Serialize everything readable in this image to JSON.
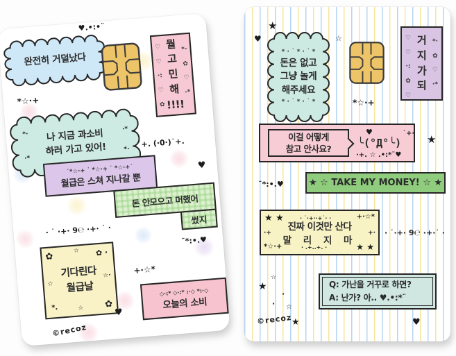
{
  "credit": "©recoz",
  "colors": {
    "chip_gold": "#edc468",
    "bubble_blue": "#cfe8f7",
    "bubble_mint": "#cdebe2",
    "sticker_pink": "#f6c9d4",
    "sticker_pink_light": "#f6c3ce",
    "sticker_purple": "#dcc7ea",
    "sticker_purple2": "#d9c4e3",
    "sticker_yellow": "#f8f2c6",
    "plaid_green": "#ddf0cf",
    "money_green": "#90cc7d",
    "qa_teal": "#cfe7e0"
  },
  "left": {
    "deco_top": "♥.•:•¨",
    "bubble_broke": {
      "fill": "#cfe8f7",
      "text": "완전히 거덜났다"
    },
    "sticker_why_worry": {
      "fill": "#f6c9d4",
      "text": "뭘\n고\n민\n해\n!!!!",
      "deco_left": "♡\n♡\n·:\n♡\n✿",
      "deco_right": "*·\n✿\n♡\n·*"
    },
    "deco_sparkle1": "*☆·+",
    "bubble_overspend": {
      "fill": "#cdebe2",
      "text": "나 지금 과소비\n하러 가고 있어!",
      "deco_tl": "*·",
      "deco_tr": "·*",
      "deco_bl": "·*",
      "deco_br": "*·"
    },
    "deco_face": "˙+. (·0·)˙+.",
    "sticker_salary_passes": {
      "fill": "#dcc7ea",
      "deco": "˙*☆·+ ˙ *☆·+ ˙ *☆·+˙",
      "text": "월급은 스쳐 지나갈 뿐"
    },
    "deco_heart1": "♥",
    "sticker_no_savings": {
      "text": "돈 안모으고 머했어",
      "tail": "썼지"
    },
    "deco_9e": "· ˙ ·+· 9℮ ·+· ˙ ·",
    "sticker_payday": {
      "fill": "#f8f2c6",
      "text": "기다린다\n월급날",
      "deco_tl": "✿",
      "deco_t": "☆",
      "deco_tr": "✿ ·",
      "deco_l": "☆",
      "deco_r": "☆·",
      "deco_bl": "*.",
      "deco_b": "☆",
      "deco_br": "✿"
    },
    "deco_heart_dots": "¨*:•.♥",
    "deco_sparkle2": "+·☆*",
    "sticker_today_spend": {
      "fill": "#f6c3ce",
      "deco": "◇·:* ◇·:* :·◇ *:·◇",
      "text": "오늘의 소비"
    },
    "deco_heart2": "♥"
  },
  "right": {
    "deco_star1": "★",
    "deco_heart1": "♥",
    "deco_star_outline": "☆",
    "bubble_let_me_play": {
      "fill": "#cdeae2",
      "deco_top": "* · ˙ * · ˙ *",
      "text": "돈은 없고\n그냥 놀게\n해주세요",
      "deco_bottom": "* · ˙ * · ˙ *"
    },
    "sticker_beggar": {
      "fill": "#d9c4e3",
      "text": "거\n지\n가\n되",
      "deco_left": "♡\n♡\n·:\n✿\n♡",
      "deco_right": "*·\n✿\n♡\n·*"
    },
    "deco_sparkle1": "*☆·+",
    "sticker_how_not_buy": {
      "fill": "#f7ccd5",
      "text": "이걸 어떻게\n참고 안사요?",
      "heart": "♥",
      "emoticon": "╰(°Д°╰)",
      "deco_tr": "˙+·",
      "deco_bottom": "·+. ☆ .•:*¨♥"
    },
    "deco_star2": "★",
    "sticker_take_money": {
      "fill": "#90cc7d",
      "text": "★ ☆ TAKE MY MONEY! ☆ ★"
    },
    "deco_heart_dots": "¨*:•.♥",
    "sticker_dont_stop": {
      "fill": "#f8f3c5",
      "text1": "진짜 이것만 산다",
      "text2": "말 리 지 마",
      "deco_tl": "★ ★",
      "deco_t": "· ˙·+··+˙· ·",
      "deco_tr": "+·☆*",
      "deco_l": "·+",
      "deco_r": "+·",
      "deco_bl": "*☆·+",
      "deco_b": "· .+..+. ·",
      "deco_br": "★ ★"
    },
    "deco_9e": "· ˙·+· 9℮ ·+·˙ ·",
    "sticker_qa": {
      "fill": "#cfe7e0",
      "text": "Q: 가난을 거꾸로 하면?\nA: 난가? 아.. ♥.•:*¨"
    },
    "scatter": {
      "s1": "☆",
      "s2": "★",
      "s3": "·",
      "s4": "☆",
      "s5": "·",
      "s6": "★",
      "heart": "♥"
    }
  }
}
